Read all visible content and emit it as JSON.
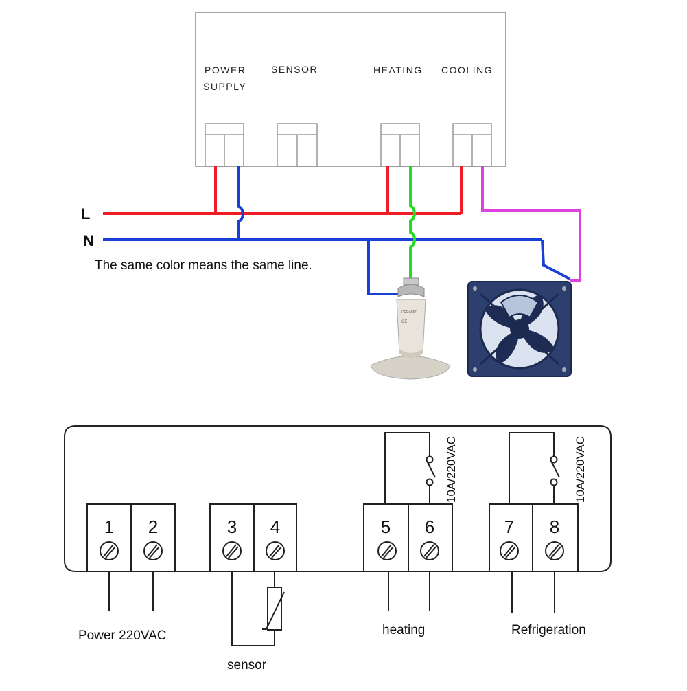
{
  "top_diagram": {
    "controller_labels": {
      "power_line1": "POWER",
      "power_line2": "SUPPLY",
      "sensor": "SENSOR",
      "heating": "HEATING",
      "cooling": "COOLING"
    },
    "line_L": "L",
    "line_N": "N",
    "note": "The same color means the same line.",
    "colors": {
      "live": "#ee1c24",
      "neutral": "#1a3fd6",
      "heater": "#22dd22",
      "fan": "#e040e0"
    }
  },
  "bottom_diagram": {
    "terminals": [
      "1",
      "2",
      "3",
      "4",
      "5",
      "6",
      "7",
      "8"
    ],
    "heating_rating": "10A/220VAC",
    "cooling_rating": "10A/220VAC",
    "labels": {
      "power": "Power 220VAC",
      "sensor": "sensor",
      "heating": "heating",
      "refrigeration": "Refrigeration"
    }
  }
}
